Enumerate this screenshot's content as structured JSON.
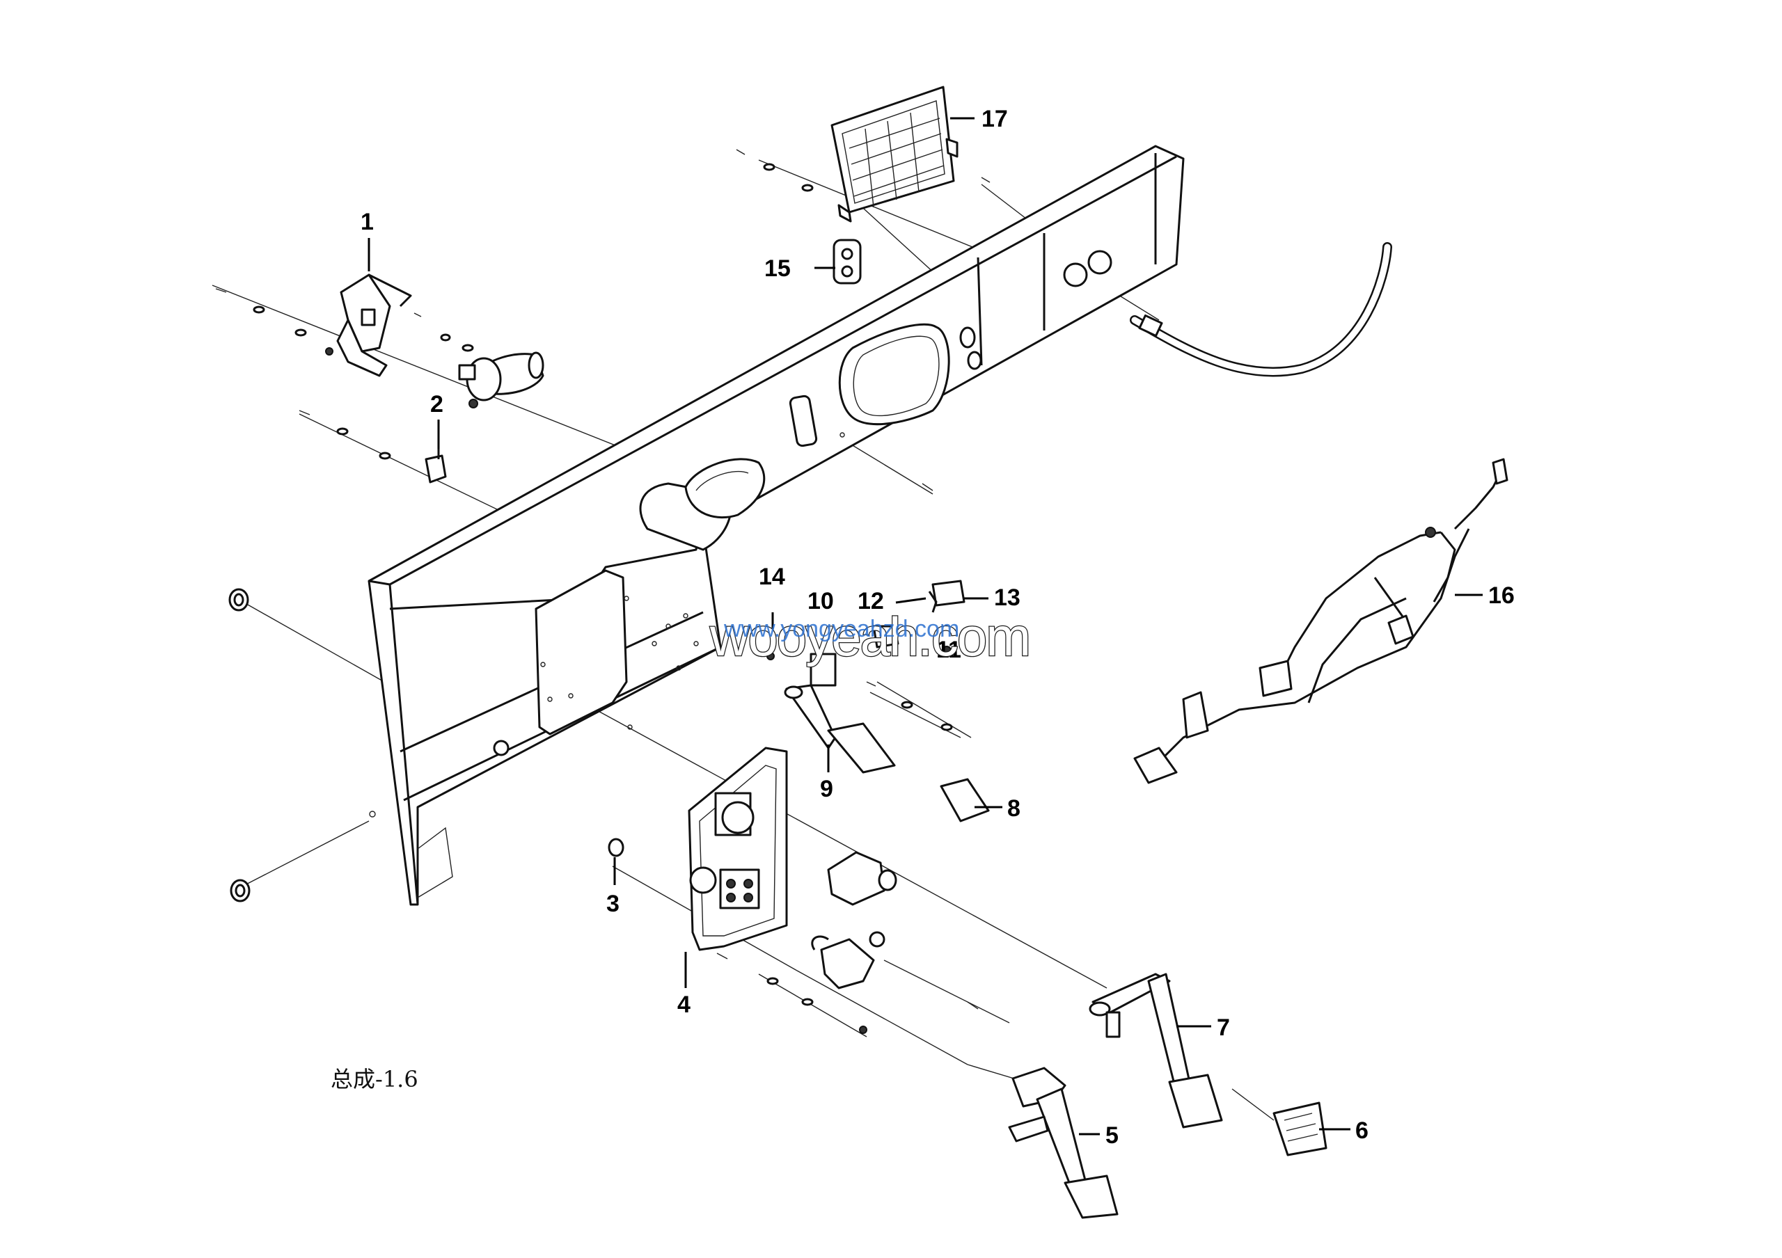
{
  "diagram": {
    "caption": "总成-1.6",
    "watermark_main": "wooyeah.com",
    "watermark_overlay": "www.yongyeahzd.com",
    "callouts": [
      {
        "id": "c1",
        "text": "1"
      },
      {
        "id": "c2",
        "text": "2"
      },
      {
        "id": "c3",
        "text": "3"
      },
      {
        "id": "c4",
        "text": "4"
      },
      {
        "id": "c5",
        "text": "5"
      },
      {
        "id": "c6",
        "text": "6"
      },
      {
        "id": "c7",
        "text": "7"
      },
      {
        "id": "c8",
        "text": "8"
      },
      {
        "id": "c9",
        "text": "9"
      },
      {
        "id": "c10",
        "text": "10"
      },
      {
        "id": "c11",
        "text": "11"
      },
      {
        "id": "c12",
        "text": "12"
      },
      {
        "id": "c13",
        "text": "13"
      },
      {
        "id": "c14",
        "text": "14"
      },
      {
        "id": "c15",
        "text": "15"
      },
      {
        "id": "c16",
        "text": "16"
      },
      {
        "id": "c17",
        "text": "17"
      }
    ]
  }
}
